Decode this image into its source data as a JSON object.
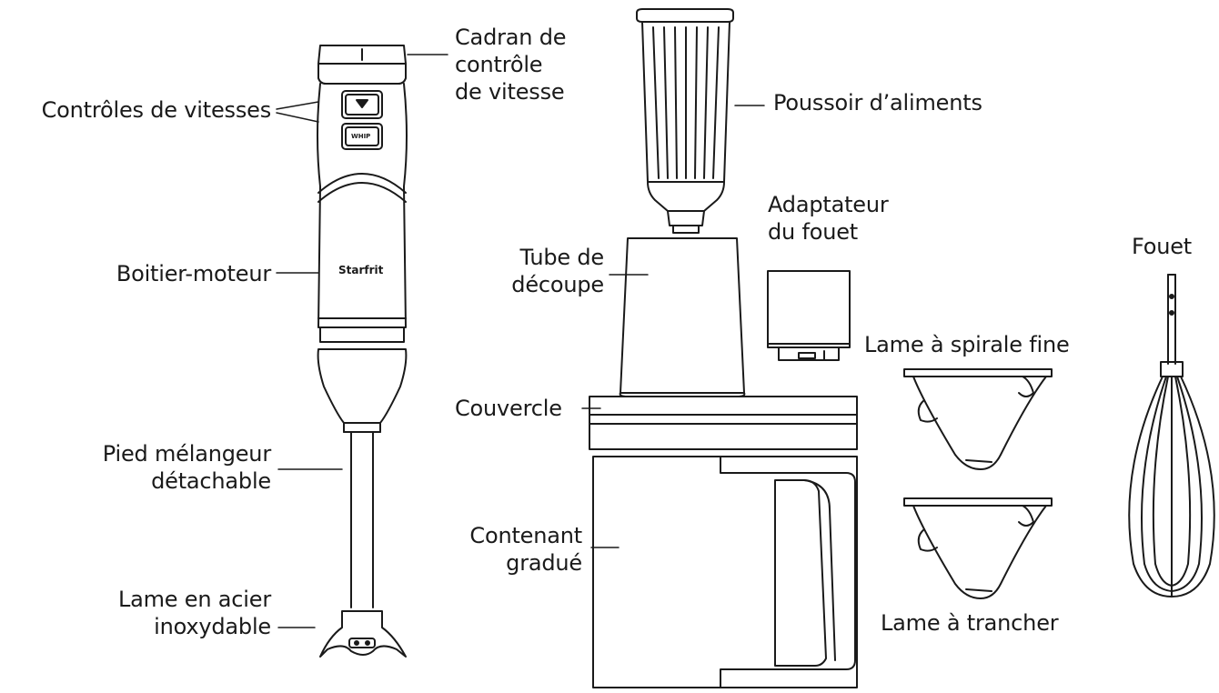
{
  "brand": "Starfrit",
  "labels": {
    "speed_dial": [
      "Cadran de",
      "contrôle",
      "de vitesse"
    ],
    "speed_controls": "Contrôles de vitesses",
    "motor_body": "Boitier-moteur",
    "blender_foot": [
      "Pied mélangeur",
      "détachable"
    ],
    "steel_blade": [
      "Lame en acier",
      "inoxydable"
    ],
    "food_pusher": "Poussoir d’aliments",
    "whisk_adapter": [
      "Adaptateur",
      "du fouet"
    ],
    "feed_tube": [
      "Tube de",
      "découpe"
    ],
    "fine_spiral_blade": "Lame à spirale fine",
    "lid": "Couvercle",
    "graduated_container": [
      "Contenant",
      "gradué"
    ],
    "slicing_blade": "Lame à trancher",
    "whisk": "Fouet"
  },
  "button_text": [
    "",
    "WHIP"
  ]
}
